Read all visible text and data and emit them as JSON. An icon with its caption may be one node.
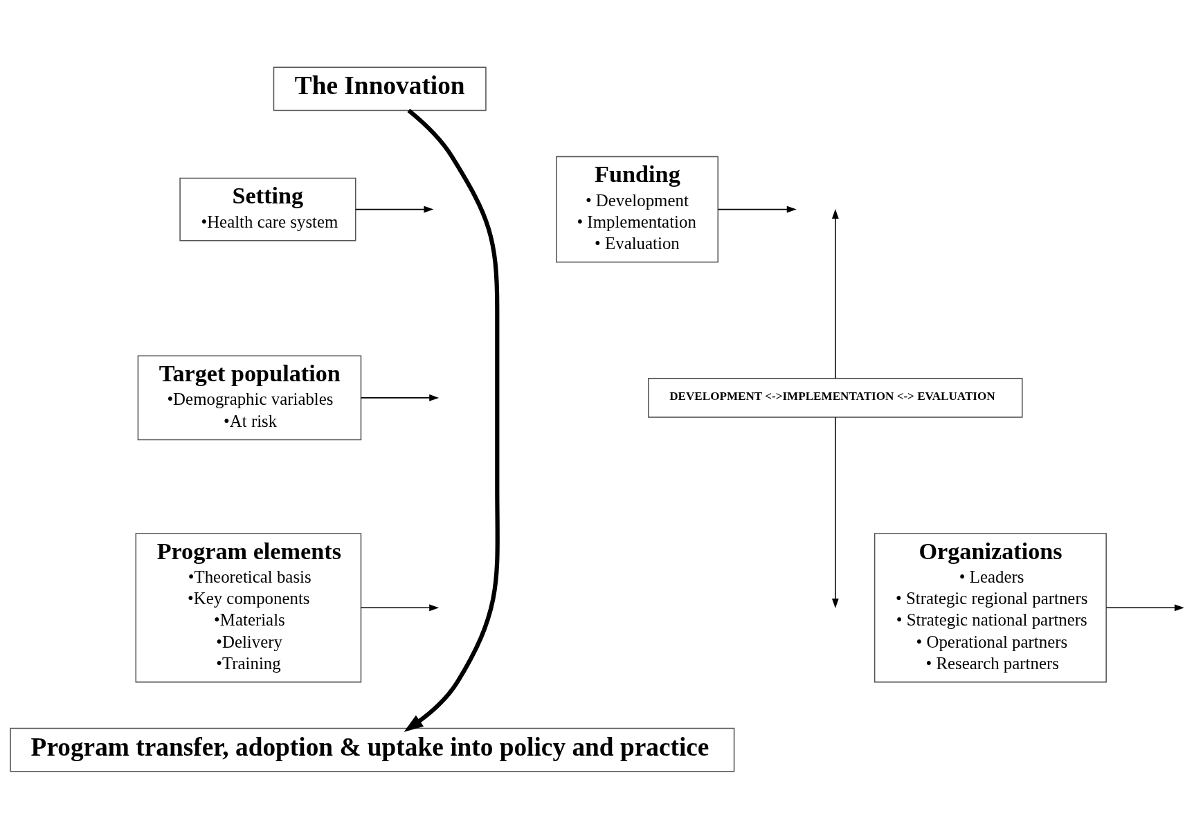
{
  "diagram": {
    "nodes": [
      {
        "text": [
          "The Innovation"
        ]
      },
      {
        "text": [
          "Setting",
          "•Health care system"
        ]
      },
      {
        "text": [
          "Funding",
          "• Development",
          "• Implementation",
          "• Evaluation"
        ]
      },
      {
        "text": [
          "Target population",
          "•Demographic variables",
          "•At risk"
        ]
      },
      {
        "text": [
          "DEVELOPMENT <->IMPLEMENTATION <-> EVALUATION"
        ]
      },
      {
        "text": [
          "Program elements",
          "•Theoretical basis",
          "•Key components",
          "•Materials",
          "•Delivery",
          "•Training"
        ]
      },
      {
        "text": [
          "Organizations",
          "• Leaders",
          "• Strategic regional partners",
          "• Strategic national partners",
          "• Operational partners",
          "• Research partners"
        ]
      },
      {
        "text": [
          "Program transfer, adoption & uptake into policy and practice"
        ]
      }
    ],
    "edges": [
      {
        "from": 0,
        "to": 7,
        "arrow": "to",
        "style": "thick"
      },
      {
        "from": 1,
        "to": null,
        "arrow": "to"
      },
      {
        "from": 2,
        "to": null,
        "arrow": "to"
      },
      {
        "from": 3,
        "to": null,
        "arrow": "to"
      },
      {
        "from": 4,
        "to": null,
        "arrow": "to"
      },
      {
        "from": 4,
        "to": null,
        "arrow": "to"
      },
      {
        "from": 5,
        "to": null,
        "arrow": "to"
      },
      {
        "from": 6,
        "to": null,
        "arrow": "to"
      }
    ]
  }
}
